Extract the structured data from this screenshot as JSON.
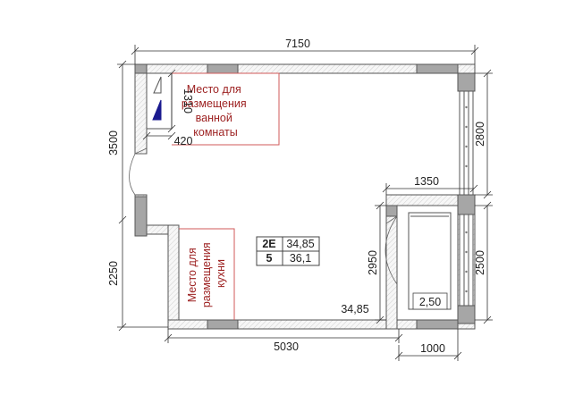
{
  "dimensions": {
    "top_width": "7150",
    "left_upper": "3500",
    "left_lower": "2250",
    "bottom_main": "5030",
    "bottom_balcony": "1000",
    "right_upper": "2800",
    "right_lower": "2500",
    "balcony_width": "1350",
    "balcony_height": "2950",
    "bath_height": "1310",
    "bath_width": "420"
  },
  "zones": {
    "bathroom_lines": [
      "Место для",
      "размещения",
      "ванной",
      "комнаты"
    ],
    "kitchen_lines": [
      "Место для",
      "размещения",
      "кухни"
    ]
  },
  "info_table": {
    "type_code": "2E",
    "total_area": "34,85",
    "floor_number": "5",
    "area_with_balcony": "36,1"
  },
  "room_area_label": "34,85",
  "balcony_area_label": "2,50",
  "colors": {
    "wall_fill": "#f7f7f7",
    "wall_stroke": "#555555",
    "column_fill": "#a6a6a6",
    "zone_outline": "#d05a5a",
    "zone_text": "#9c1f1f",
    "dimension_line": "#333333"
  }
}
